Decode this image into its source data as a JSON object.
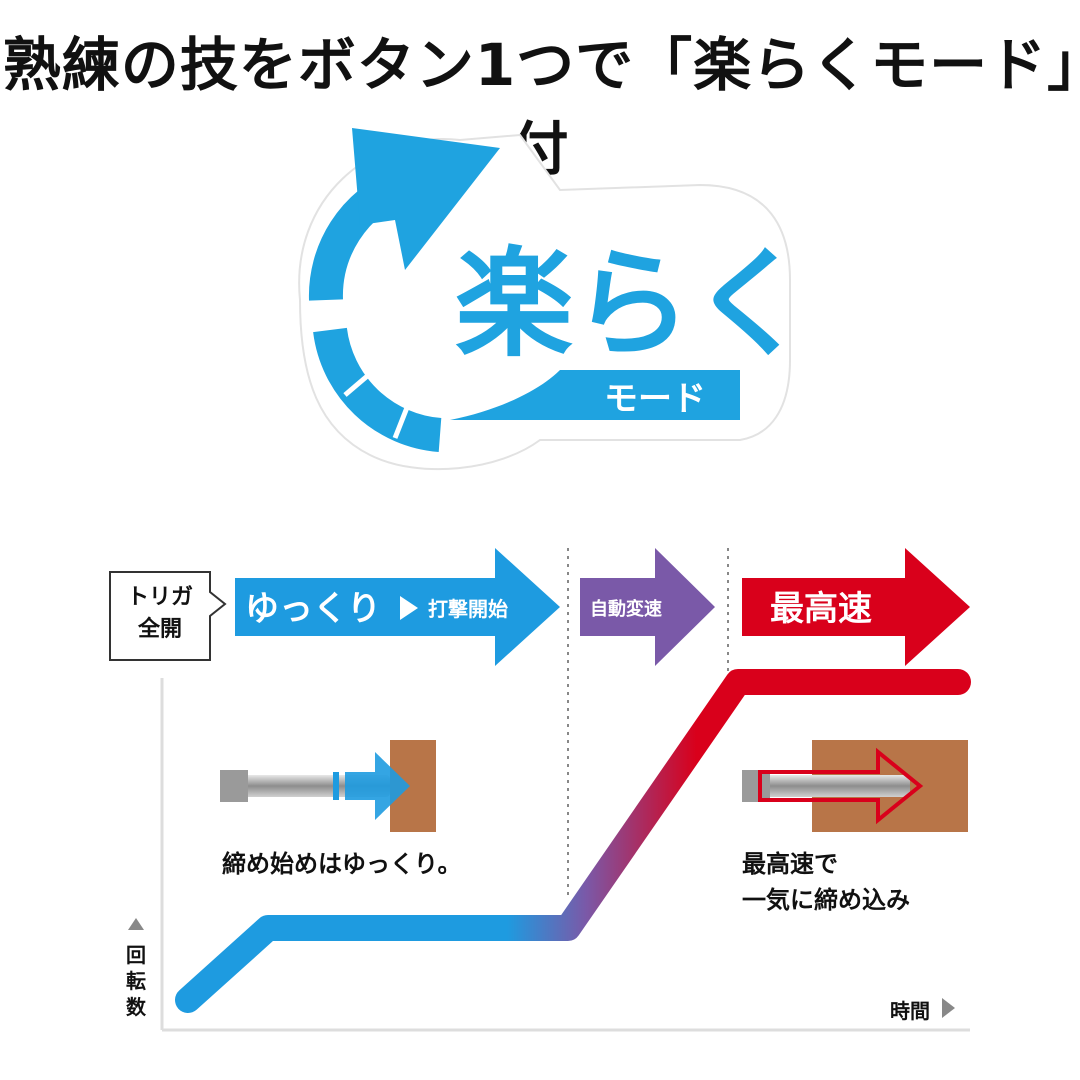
{
  "headline": "熟練の技をボタン1つで「楽らくモード」付",
  "logo": {
    "main_text": "楽らく",
    "sub_text": "モード",
    "accent": "#1fa3e0"
  },
  "chart": {
    "trigger_label_line1": "トリガ",
    "trigger_label_line2": "全開",
    "phase1_label": "ゆっくり",
    "phase1_sub": "打撃開始",
    "phase2_label": "自動変速",
    "phase3_label": "最高速",
    "y_axis_label": "回転数",
    "x_axis_label": "時間",
    "caption_left": "締め始めはゆっくり。",
    "caption_right_line1": "最高速で",
    "caption_right_line2": "一気に締め込み",
    "colors": {
      "slow": "#1e9be0",
      "auto": "#7a59a8",
      "fast": "#d9001b",
      "wood": "#b87548"
    }
  }
}
